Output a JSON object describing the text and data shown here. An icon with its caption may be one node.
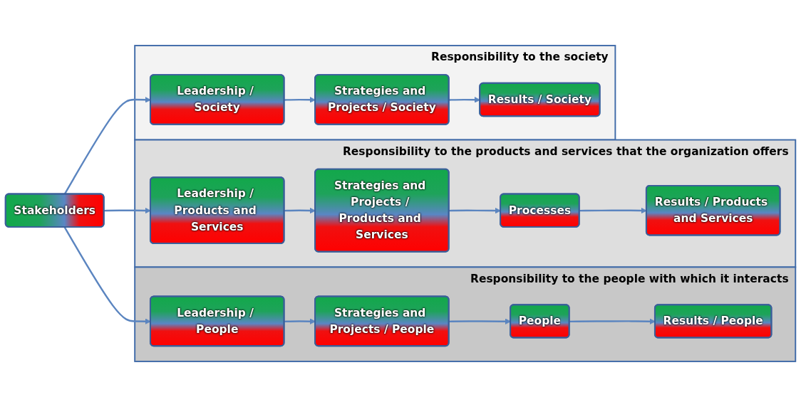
{
  "diagram": {
    "nodes": [
      {
        "text": [
          "Stakeholders"
        ]
      },
      {
        "text": [
          "Responsibility to the society"
        ]
      },
      {
        "text": [
          "Leadership / Society"
        ],
        "in": 1
      },
      {
        "text": [
          "Strategies and Projects / Society"
        ],
        "in": 1
      },
      {
        "text": [
          "Results / Society"
        ],
        "in": 1
      },
      {
        "text": [
          "Responsibility to the products and services that the organization offers"
        ]
      },
      {
        "text": [
          "Leadership / Products and Services"
        ],
        "in": 5
      },
      {
        "text": [
          "Strategies and Projects / Products and Services"
        ],
        "in": 5
      },
      {
        "text": [
          "Processes"
        ],
        "in": 5
      },
      {
        "text": [
          "Results / Products and Services"
        ],
        "in": 5
      },
      {
        "text": [
          "Responsibility to the people with which it interacts"
        ]
      },
      {
        "text": [
          "Leadership / People"
        ],
        "in": 10
      },
      {
        "text": [
          "Strategies and Projects / People"
        ],
        "in": 10
      },
      {
        "text": [
          "People"
        ],
        "in": 10
      },
      {
        "text": [
          "Results / People"
        ],
        "in": 10
      }
    ],
    "edges": [
      {
        "from": 0,
        "to": 2,
        "arrow": "to"
      },
      {
        "from": 2,
        "to": 3,
        "arrow": "to"
      },
      {
        "from": 3,
        "to": 4,
        "arrow": "to"
      },
      {
        "from": 0,
        "to": 6,
        "arrow": "to"
      },
      {
        "from": 6,
        "to": 7,
        "arrow": "to"
      },
      {
        "from": 7,
        "to": 8,
        "arrow": "to"
      },
      {
        "from": 8,
        "to": 9,
        "arrow": "to"
      },
      {
        "from": 0,
        "to": 11,
        "arrow": "to"
      },
      {
        "from": 11,
        "to": 12,
        "arrow": "to"
      },
      {
        "from": 12,
        "to": 13,
        "arrow": "to"
      },
      {
        "from": 13,
        "to": 14,
        "arrow": "to"
      }
    ]
  }
}
